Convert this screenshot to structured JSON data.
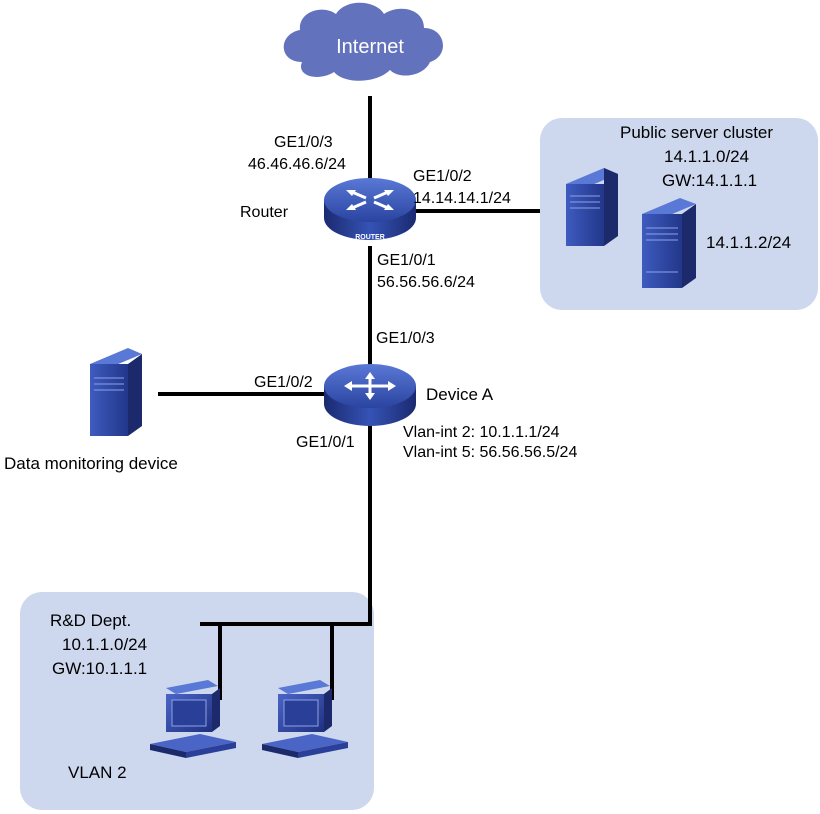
{
  "internet": {
    "label": "Internet"
  },
  "router": {
    "label": "Router",
    "badge": "ROUTER",
    "ge103_name": "GE1/0/3",
    "ge103_ip": "46.46.46.6/24",
    "ge102_name": "GE1/0/2",
    "ge102_ip": "14.14.14.1/24",
    "ge101_name": "GE1/0/1",
    "ge101_ip": "56.56.56.6/24"
  },
  "server_cluster": {
    "title": "Public server cluster",
    "subnet": "14.1.1.0/24",
    "gateway": "GW:14.1.1.1",
    "server_ip": "14.1.1.2/24"
  },
  "device_a": {
    "label": "Device A",
    "ge103_name": "GE1/0/3",
    "ge102_name": "GE1/0/2",
    "ge101_name": "GE1/0/1",
    "vlan_int2": "Vlan-int 2: 10.1.1.1/24",
    "vlan_int5": "Vlan-int 5: 56.56.56.5/24"
  },
  "monitor": {
    "label": "Data monitoring device"
  },
  "rd_dept": {
    "title": "R&D Dept.",
    "subnet": "10.1.1.0/24",
    "gateway": "GW:10.1.1.1",
    "vlan": "VLAN 2"
  },
  "colors": {
    "area_fill": "#cdd7ee",
    "device_blue": "#2f4aa0",
    "device_dark": "#1c2a6b",
    "cloud": "#6272bd",
    "line": "#000000"
  }
}
